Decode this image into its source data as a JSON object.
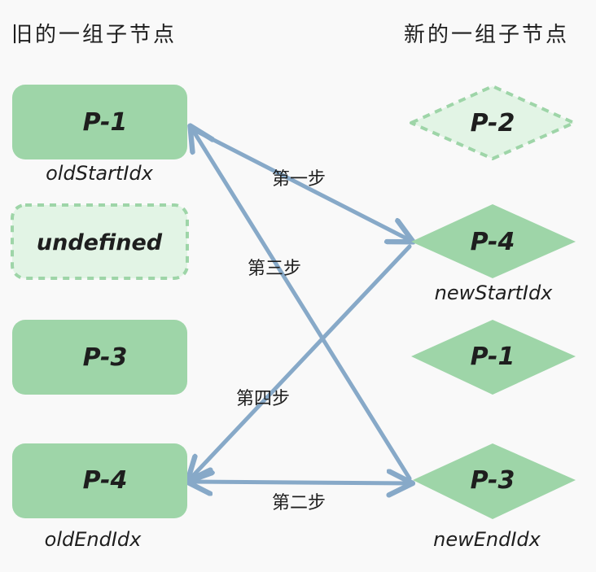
{
  "headings": {
    "old": "旧的一组子节点",
    "new": "新的一组子节点"
  },
  "old_nodes": [
    {
      "label": "P-1",
      "style": "solid"
    },
    {
      "label": "undefined",
      "style": "dashed"
    },
    {
      "label": "P-3",
      "style": "solid"
    },
    {
      "label": "P-4",
      "style": "solid"
    }
  ],
  "new_nodes": [
    {
      "label": "P-2",
      "style": "dashed"
    },
    {
      "label": "P-4",
      "style": "solid"
    },
    {
      "label": "P-1",
      "style": "solid"
    },
    {
      "label": "P-3",
      "style": "solid"
    }
  ],
  "pointers": {
    "old_start": "oldStartIdx",
    "old_end": "oldEndIdx",
    "new_start": "newStartIdx",
    "new_end": "newEndIdx"
  },
  "steps": {
    "step1": "第一步",
    "step2": "第二步",
    "step3": "第三步",
    "step4": "第四步"
  },
  "colors": {
    "node_fill": "#9ed5a8",
    "node_dashed_fill": "#e2f4e5",
    "node_dashed_stroke": "#9ed5a8",
    "arrow": "#87a9c8",
    "background": "#f9f9f9"
  }
}
